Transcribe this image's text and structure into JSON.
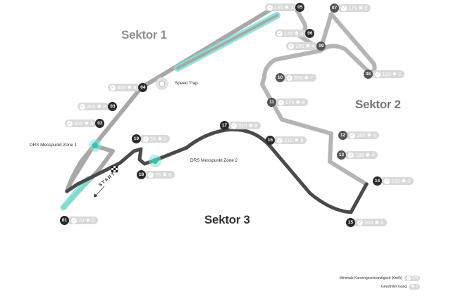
{
  "sectors": {
    "s1": "Sektor 1",
    "s2": "Sektor 2",
    "s3": "Sektor 3"
  },
  "labels": {
    "speed_trap": "Speed Trap",
    "drs_zone_1": "DRS Messpunkt Zone 1",
    "drs_zone_2": "DRS Messpunkt Zone 2",
    "start": "START"
  },
  "legend": {
    "min_speed_label": "Minimale Kurvengeschwindigkeit (Km/h)",
    "min_speed_sample": "170",
    "gear_label": "Gewählter Gang",
    "gear_sample": "5"
  },
  "colors": {
    "sector1_track": "#a8a8a8",
    "sector2_track": "#b5b5b5",
    "sector3_track": "#4a4a4a",
    "drs_highlight": "#7fe3d3",
    "pill_bg": "#d9d9d9",
    "corner_dark": "#2b2b2b",
    "corner_mid": "#555555"
  },
  "corners": [
    {
      "num": "01",
      "speed": "70",
      "gear": "2"
    },
    {
      "num": "02",
      "speed": "300",
      "gear": "8"
    },
    {
      "num": "03",
      "speed": "305",
      "gear": "8"
    },
    {
      "num": "04",
      "speed": "305",
      "gear": "8"
    },
    {
      "num": "05",
      "speed": "135",
      "gear": "3"
    },
    {
      "num": "06",
      "speed": "140",
      "gear": "3"
    },
    {
      "num": "07",
      "speed": "175",
      "gear": "5"
    },
    {
      "num": "08",
      "speed": "120",
      "gear": "2"
    },
    {
      "num": "09",
      "speed": "185",
      "gear": "4"
    },
    {
      "num": "10",
      "speed": "265",
      "gear": "7"
    },
    {
      "num": "11",
      "speed": "275",
      "gear": "8"
    },
    {
      "num": "12",
      "speed": "165",
      "gear": "4"
    },
    {
      "num": "13",
      "speed": "185",
      "gear": "4"
    },
    {
      "num": "14",
      "speed": "150",
      "gear": "3"
    },
    {
      "num": "15",
      "speed": "200",
      "gear": "6"
    },
    {
      "num": "16",
      "speed": "310",
      "gear": "8"
    },
    {
      "num": "17",
      "speed": "315",
      "gear": "8"
    },
    {
      "num": "18",
      "speed": "70",
      "gear": "8"
    },
    {
      "num": "19",
      "speed": "65",
      "gear": "2"
    }
  ]
}
